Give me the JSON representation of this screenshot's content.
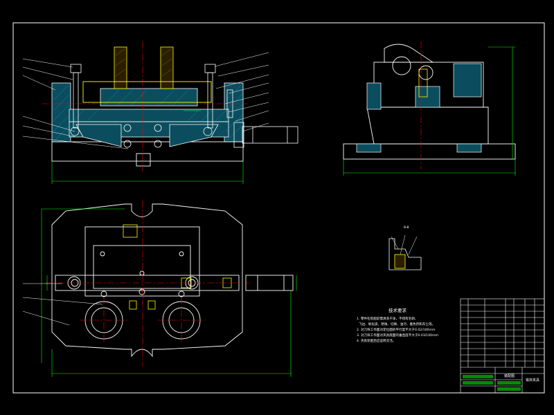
{
  "drawing": {
    "colors": {
      "background": "#000000",
      "frame": "#ffffff",
      "outline": "#ffffff",
      "centerline": "#ff0000",
      "hatch": "#00a0c8",
      "dimension": "#00ff00",
      "part": "#ffff00"
    },
    "section_label": "B-B",
    "tech_req": {
      "title": "技术要求",
      "lines": [
        "1. 零件在装配前需清洗干净，不得有毛刺、",
        "飞边、氧化皮、锈蚀、切屑、油污、着色剂和灰尘等。",
        "2. 对刀块工作面对定位面的平行度不大于0.02/100mm",
        "3. 对刀块工作面对夹具底面的垂直度不大于0.03/100mm",
        "4. 夹具装配后应运转灵活。"
      ]
    },
    "title_block": {
      "drawing_name": "铣床夹具",
      "label": "装配图"
    }
  }
}
